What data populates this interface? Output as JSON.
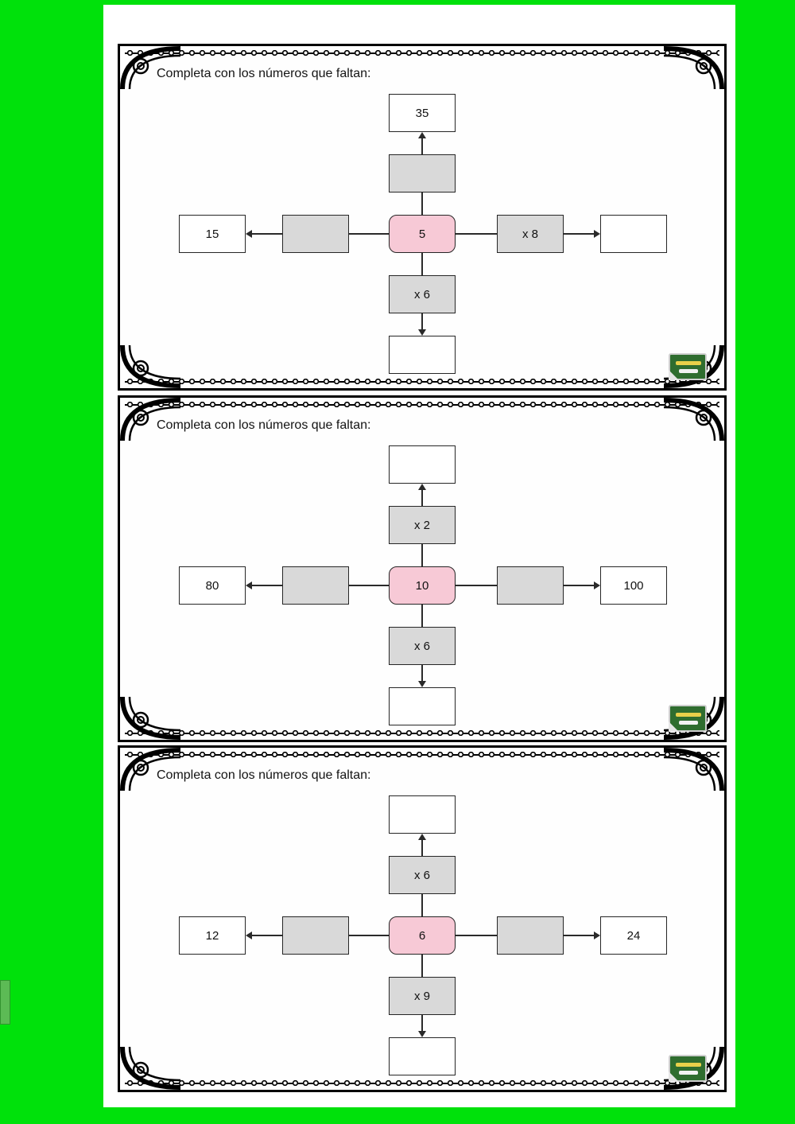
{
  "colors": {
    "background_green": "#00e10b",
    "center_pink": "#f7c9d6",
    "operation_gray": "#d9d9d9"
  },
  "icons": {
    "logo": "chalkboard-brand-logo",
    "corner": "ornamental-scroll-corner",
    "border": "chain-loop-border"
  },
  "panels": [
    {
      "title": "Completa con los números que faltan:",
      "center_value": "5",
      "top": {
        "value": "35",
        "op": ""
      },
      "left": {
        "value": "15",
        "op": ""
      },
      "right": {
        "value": "",
        "op": "x 8"
      },
      "bottom": {
        "value": "",
        "op": "x 6"
      }
    },
    {
      "title": "Completa con los números que faltan:",
      "center_value": "10",
      "top": {
        "value": "",
        "op": "x 2"
      },
      "left": {
        "value": "80",
        "op": ""
      },
      "right": {
        "value": "100",
        "op": ""
      },
      "bottom": {
        "value": "",
        "op": "x 6"
      }
    },
    {
      "title": "Completa con los números que faltan:",
      "center_value": "6",
      "top": {
        "value": "",
        "op": "x 6"
      },
      "left": {
        "value": "12",
        "op": ""
      },
      "right": {
        "value": "24",
        "op": ""
      },
      "bottom": {
        "value": "",
        "op": "x 9"
      }
    }
  ]
}
